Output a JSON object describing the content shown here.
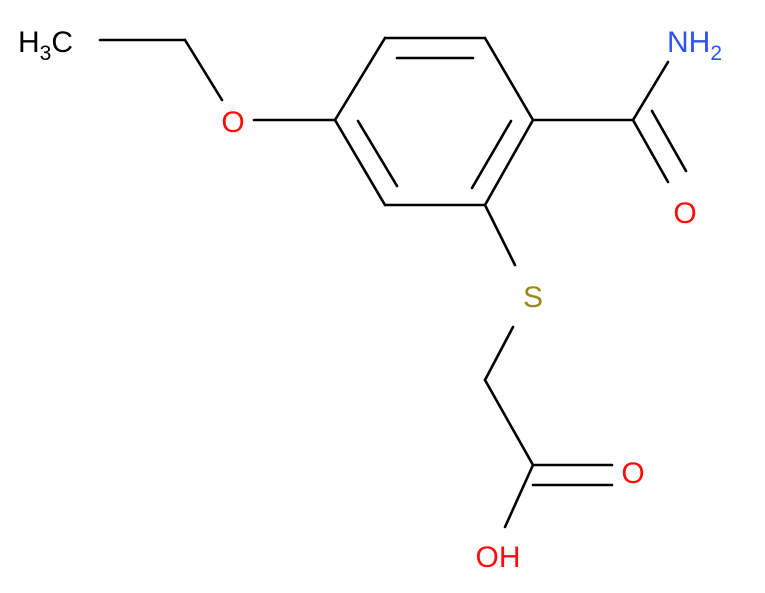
{
  "molecule": {
    "colors": {
      "bond": "#000000",
      "carbon": "#000000",
      "oxygen": "#ff0d0d",
      "nitrogen": "#3050f8",
      "sulfur": "#9a8a1a"
    },
    "labels": {
      "methyl": {
        "main": "H",
        "sub": "3",
        "tail": "C"
      },
      "ether_oxygen": "O",
      "amide_nitrogen": {
        "main": "NH",
        "sub": "2"
      },
      "amide_oxygen": "O",
      "sulfur": "S",
      "acid_oxygen": "O",
      "hydroxyl": "OH"
    }
  }
}
